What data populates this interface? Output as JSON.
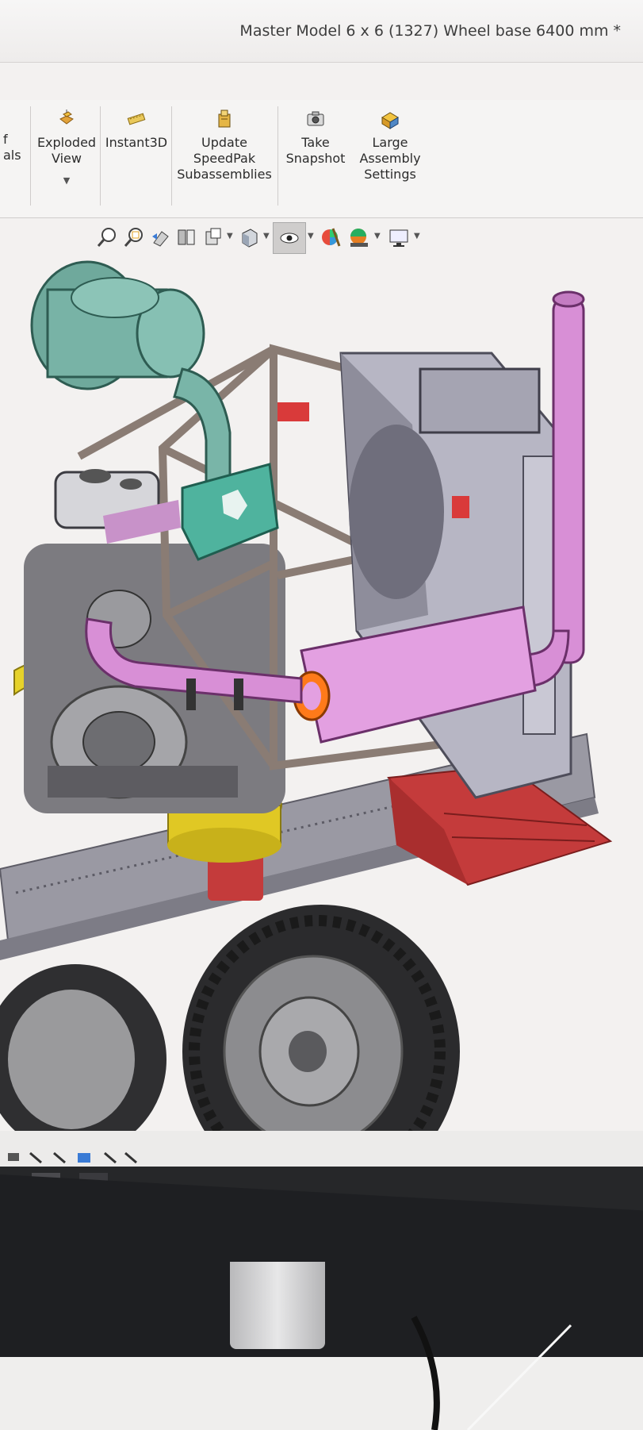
{
  "window": {
    "title": "Master Model 6 x 6 (1327) Wheel base 6400 mm *"
  },
  "ribbon": {
    "partial_left": "f\nals",
    "buttons": [
      {
        "id": "exploded",
        "label": "Exploded\nView",
        "icon": "exploded-view-icon",
        "has_dropdown": true
      },
      {
        "id": "instant3d",
        "label": "Instant3D",
        "icon": "instant3d-icon",
        "has_dropdown": false
      },
      {
        "id": "speedpak",
        "label": "Update\nSpeedPak\nSubassemblies",
        "icon": "speedpak-icon",
        "has_dropdown": false
      },
      {
        "id": "snapshot",
        "label": "Take\nSnapshot",
        "icon": "camera-icon",
        "has_dropdown": false
      },
      {
        "id": "large_assembly",
        "label": "Large\nAssembly\nSettings",
        "icon": "large-assembly-icon",
        "has_dropdown": false
      }
    ]
  },
  "heads_up_toolbar": {
    "icons": [
      "zoom-to-fit-icon",
      "zoom-to-area-icon",
      "previous-view-icon",
      "section-view-icon",
      "view-orientation-icon",
      "display-style-icon",
      "hide-show-items-icon",
      "edit-appearance-icon",
      "apply-scene-icon",
      "view-settings-icon"
    ]
  },
  "model": {
    "colors": {
      "air_filter": "#6fa99c",
      "exhaust": "#d88fd6",
      "frame": "#8f8f97",
      "step": "#c43b3b",
      "tank": "#e6d22a",
      "tire": "#3a3a3a",
      "accent_orange": "#ff7a1a"
    }
  },
  "colors": {
    "background": "#f3f1f0",
    "bezel": "#1e1f22",
    "ribbon": "#f5f4f3"
  }
}
